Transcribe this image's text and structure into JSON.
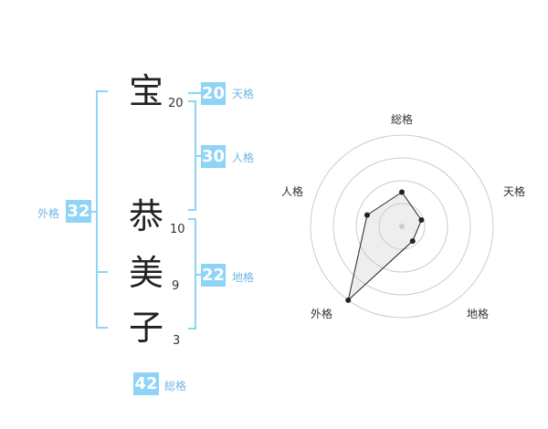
{
  "name_chars": [
    {
      "char": "宝",
      "strokes": "20"
    },
    {
      "char": "恭",
      "strokes": "10"
    },
    {
      "char": "美",
      "strokes": "9"
    },
    {
      "char": "子",
      "strokes": "3"
    }
  ],
  "fortunes": {
    "tenkaku": {
      "value": "20",
      "label": "天格"
    },
    "jinkaku": {
      "value": "30",
      "label": "人格"
    },
    "chikaku": {
      "value": "22",
      "label": "地格"
    },
    "gaikaku": {
      "value": "32",
      "label": "外格"
    },
    "soukaku": {
      "value": "42",
      "label": "総格"
    }
  },
  "radar": {
    "axes": [
      "総格",
      "天格",
      "地格",
      "外格",
      "人格"
    ],
    "levels": 4
  },
  "chart_data": {
    "type": "radar",
    "categories": [
      "総格",
      "天格",
      "地格",
      "外格",
      "人格"
    ],
    "values": [
      1.5,
      0.9,
      0.8,
      4.0,
      1.6
    ],
    "range": [
      0,
      4
    ],
    "grid": true
  }
}
